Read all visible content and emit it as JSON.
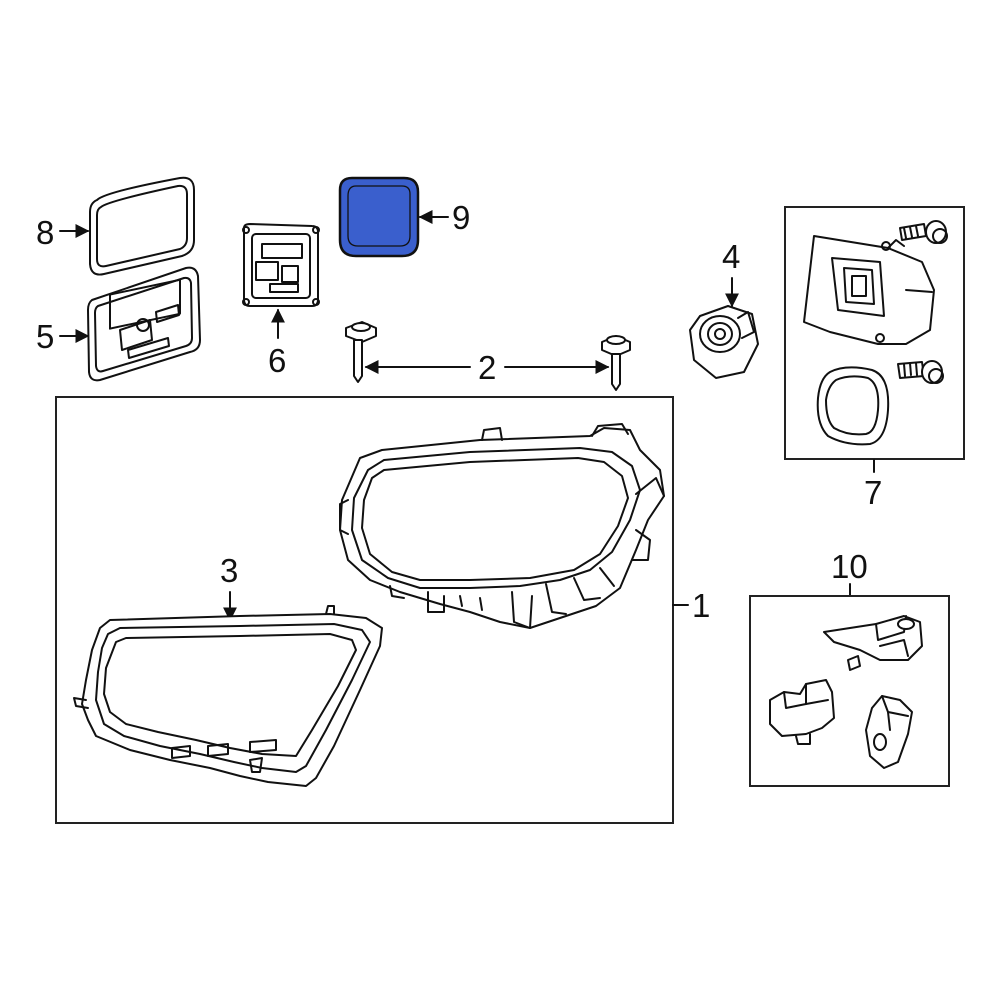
{
  "diagram": {
    "highlight_color": "#3a5fcd",
    "callouts": {
      "c1": "1",
      "c2": "2",
      "c3": "3",
      "c4": "4",
      "c5": "5",
      "c6": "6",
      "c7": "7",
      "c8": "8",
      "c9": "9",
      "c10": "10"
    },
    "highlighted_part": "9"
  }
}
